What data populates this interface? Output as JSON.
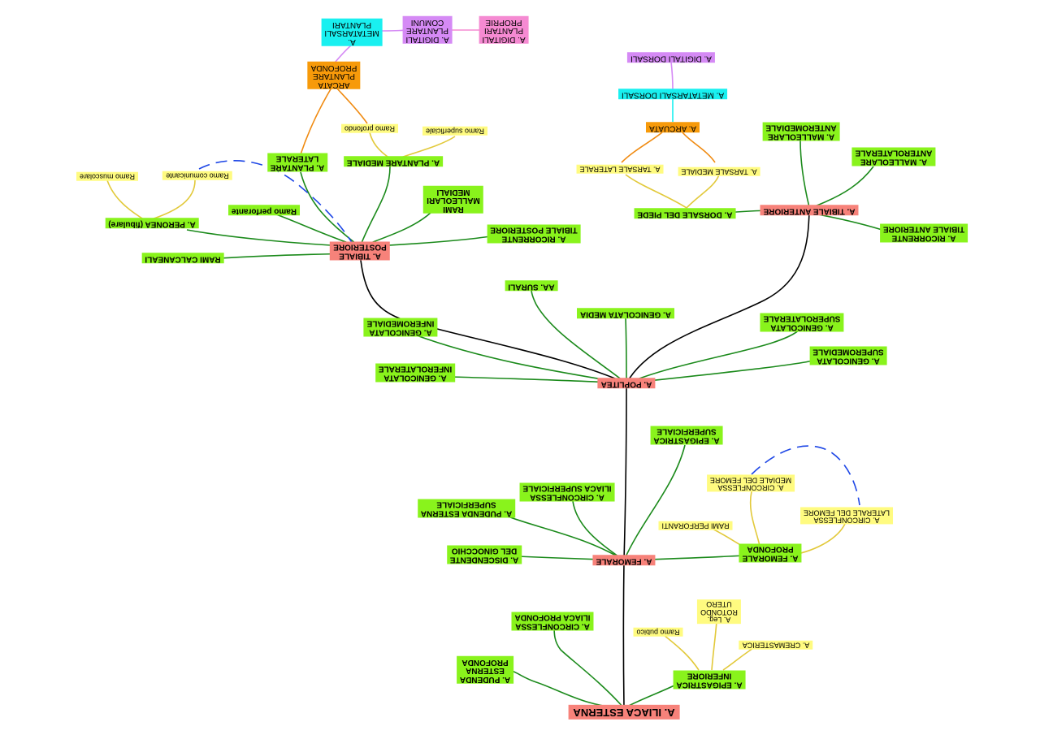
{
  "colors": {
    "root": "#f7827a",
    "branch": "#89f31c",
    "minor": "#fffb80",
    "arch": "#f79a0a",
    "metatarsal": "#19f0f0",
    "digital": "#d58af5",
    "digital_proper": "#f58ad2",
    "trunk_line": "#000000",
    "green_line": "#1b8a1b",
    "yellow_line": "#e2c93a",
    "orange_line": "#f08a10",
    "anastomosis_line": "#1d46e6"
  },
  "nodes": {
    "iliaca_esterna": "A. ILIACA ESTERNA",
    "pudenda_esterna_profonda": "A. PUDENDA\nESTERNA\nPROFONDA",
    "circonflessa_iliaca_profonda": "A. CIRCONFLESSA\nILIACA PROFONDA",
    "epigastrica_inferiore": "A. EPIGASTRICA\nINFERIORE",
    "ramo_pubico": "Ramo pubico",
    "leg_rotondo": "A. Leg.\nROTONDO\nUTERO",
    "cremasterica": "A. CREMASTERICA",
    "femorale": "A. FEMORALE",
    "discendente_ginocchio": "A. DISCENDENTE\nDEL GINOCCHIO",
    "pudenda_esterna_superficiale": "A. PUDENDA ESTERNA\nSUPERFICIALE",
    "circonflessa_iliaca_superficiale": "A. CIRCONFLESSA\nILIACA SUPERFICIALE",
    "epigastrica_superficiale": "A. EPIGASTRICA\nSUPERFICIALE",
    "femorale_profonda": "A. FEMORALE\nPROFONDA",
    "rami_perforanti": "RAMI PERFORANTI",
    "circonflessa_mediale": "A. CIRCONFLESSA\nMEDIALE DEL FEMORE",
    "circonflessa_laterale": "A. CIRCONFLESSA\nLATERALE DEL FEMORE",
    "poplitea": "A. POPLITEA",
    "genicolata_inferolaterale": "A. GENICOLATA\nINFEROLATERALE",
    "genicolata_inferomediale": "A. GENICOLATA\nINFEROMEDIALE",
    "surali": "AA. SURALI",
    "genicolata_media": "A. GENICOLATA MEDIA",
    "genicolata_superolaterale": "A. GENICOLATA\nSUPEROLATERALE",
    "genicolata_superomediale": "A. GENICOLATA\nSUPEROMEDIALE",
    "tibiale_posteriore": "A. TIBIALE\nPOSTERIORE",
    "rami_calcaneali": "RAMI CALCANEALI",
    "peronea": "A. PERONEA (fibulare)",
    "ramo_muscolare": "Ramo muscolare",
    "ramo_comunicante": "Ramo comunicante",
    "ramo_perforante": "Ramo perforante",
    "plantare_laterale": "A. PLANTARE\nLATERALE",
    "plantare_mediale": "A. PLANTARE MEDIALE",
    "ramo_profondo": "Ramo profondo",
    "ramo_superficiale": "Ramo superficiale",
    "arcata_plantare_profonda": "ARCATA\nPLANTARE\nPROFONDA",
    "metatarsali_plantari": "A.\nMETATARSALI\nPLANTARI",
    "digitali_plantari_comuni": "A. DIGITALI\nPLANTARE\nCOMUNI",
    "digitali_plantari_proprie": "A. DIGITALI\nPLANTARI\nPROPRIE",
    "rami_malleolari_mediali": "RAMI\nMALLEOLARI\nMEDIALI",
    "ricorrente_tibiale_posteriore": "A. RICORRENTE\nTIBIALE POSTERIORE",
    "tibiale_anteriore": "A. TIBIALE ANTERIORE",
    "ricorrente_tibiale_anteriore": "A. RICORRENTE\nTIBIALE ANTERIORE",
    "malleolare_anterolaterale": "A. MALLEOLARE\nANTEROLATERALE",
    "malleolare_anteromediale": "A. MALLEOLARE\nANTEROMEDIALE",
    "dorsale_piede": "A. DORSALE DEL PIEDE",
    "tarsale_mediale": "A. TARSALE MEDIALE",
    "tarsale_laterale": "A. TARSALE LATERALE",
    "arcuata": "A. ARCUATA",
    "metatarsali_dorsali": "A. METATARSALI DORSALI",
    "digitali_dorsali": "A. DIGITALI DORSALI"
  }
}
